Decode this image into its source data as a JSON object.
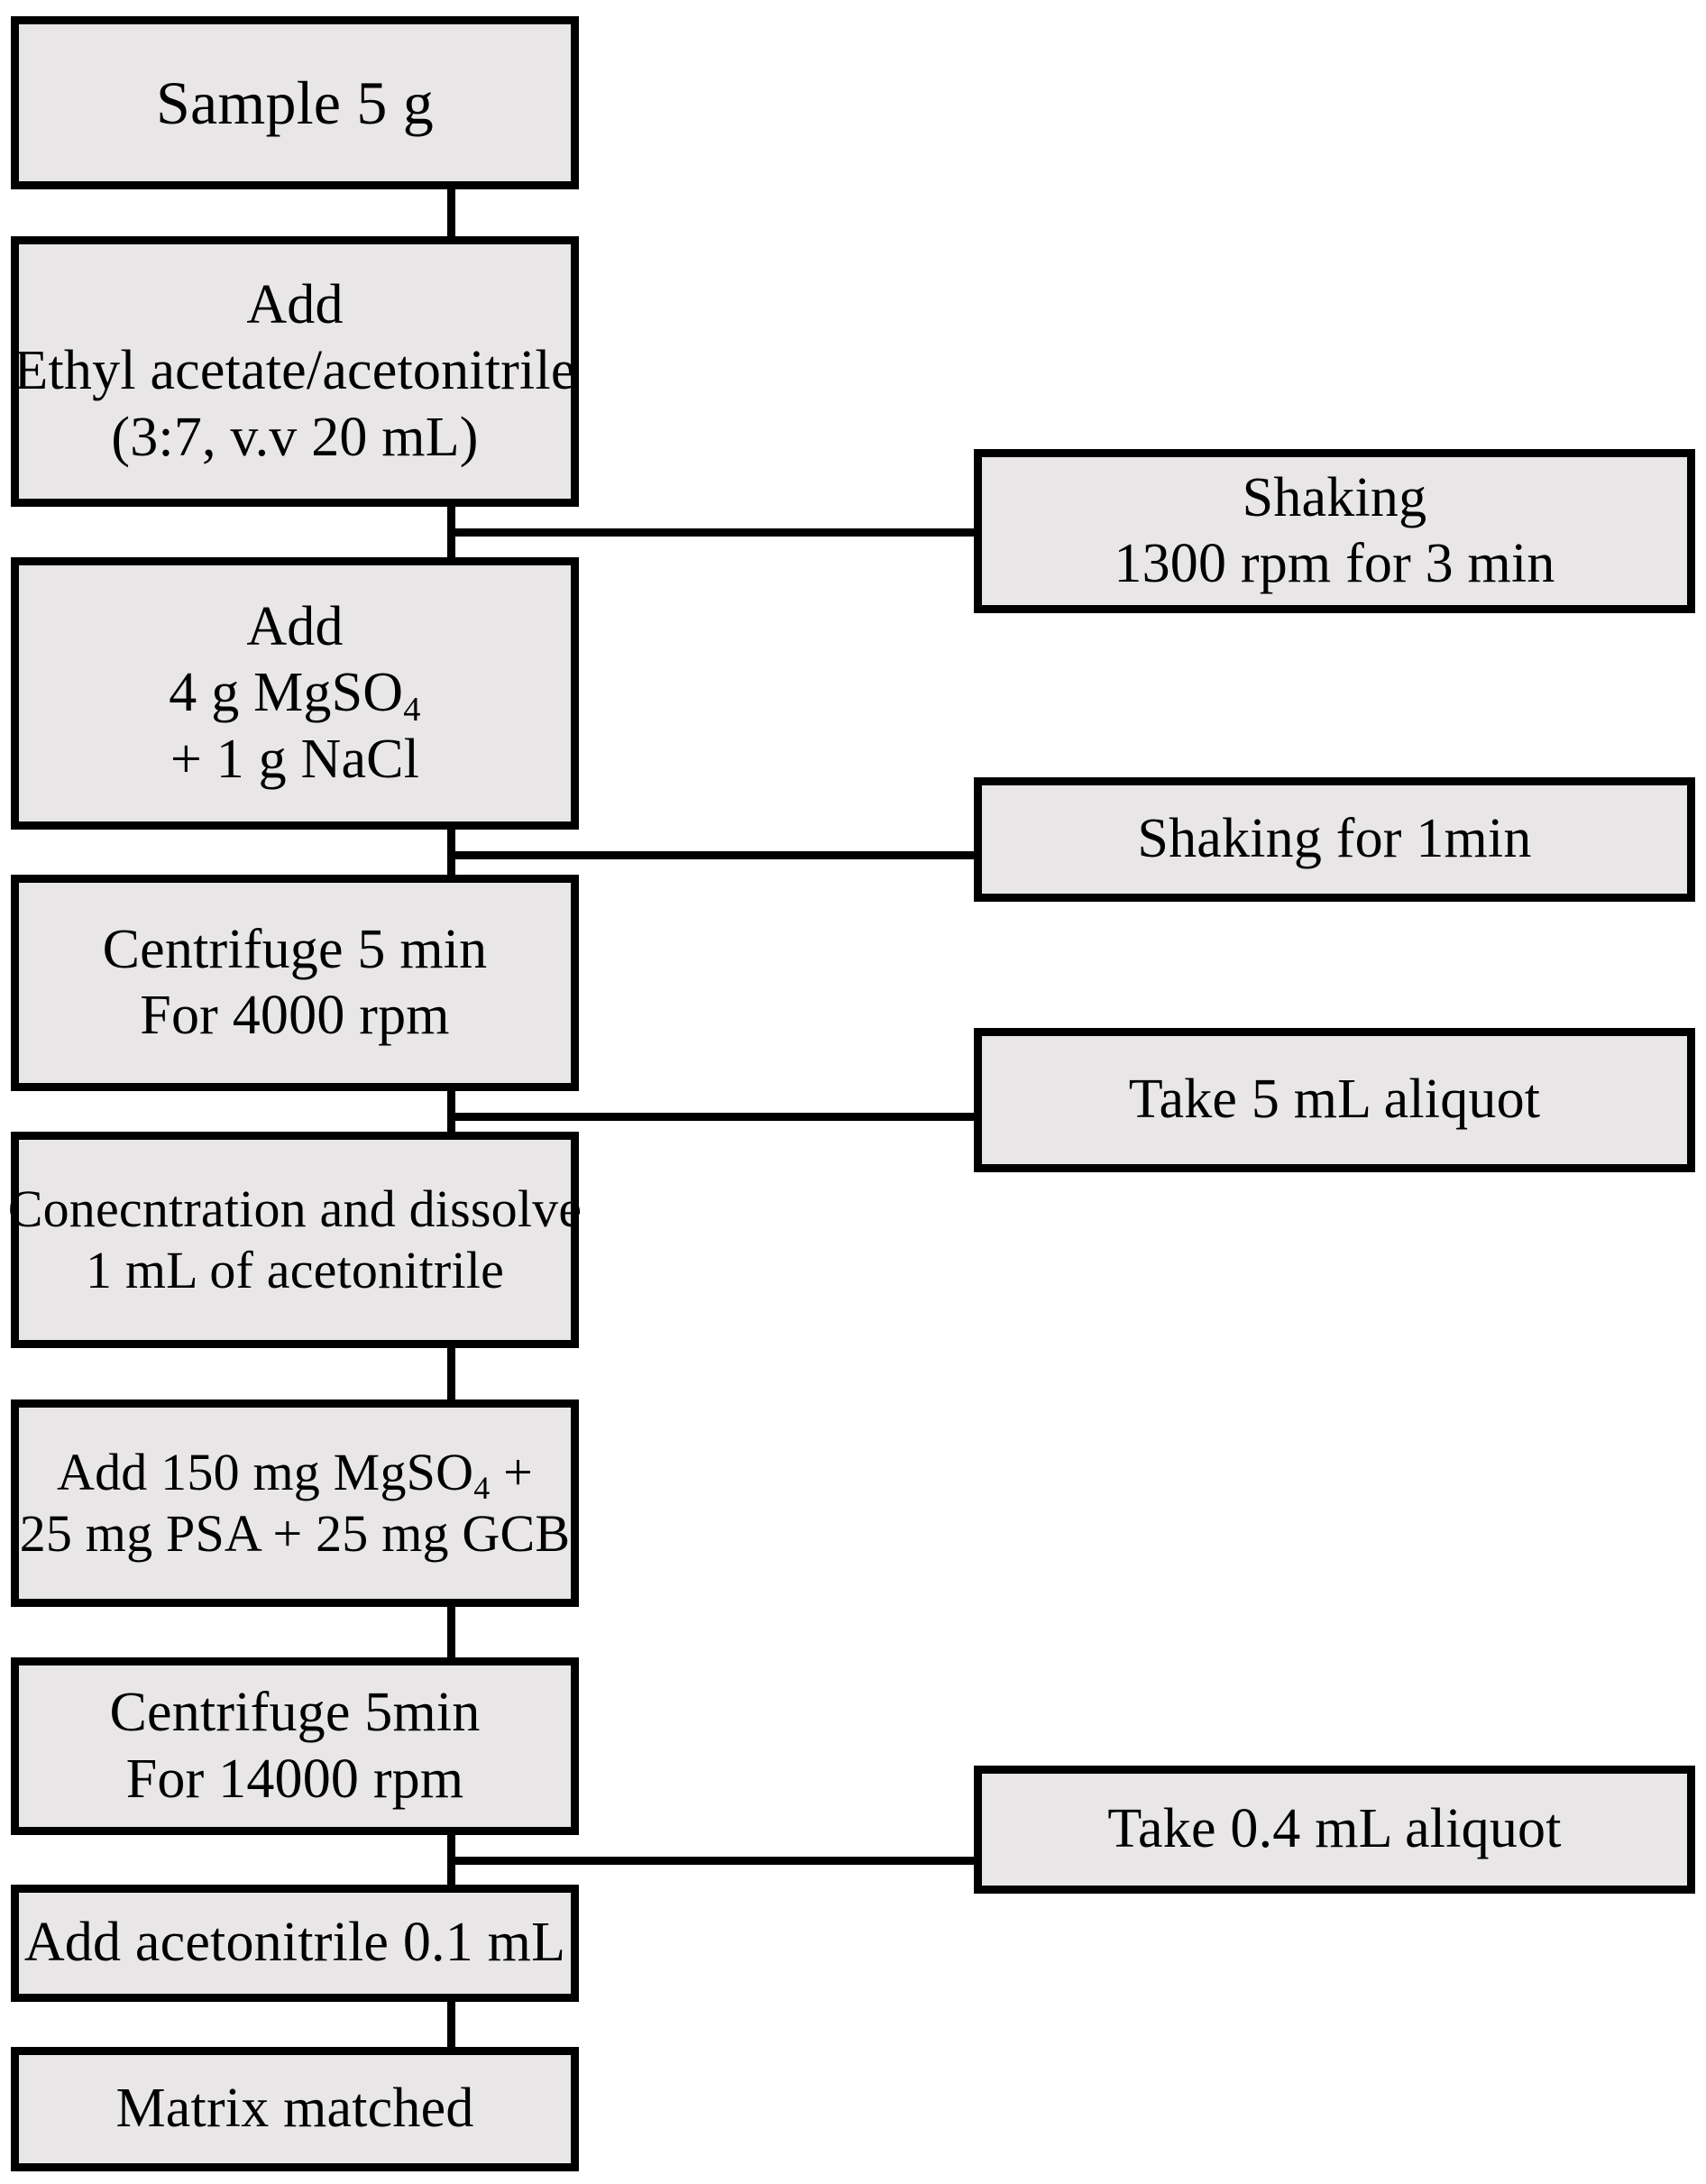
{
  "figure": {
    "type": "flowchart",
    "orientation": "vertical-with-side-annotations",
    "box_fill_color": "#e8e6e6",
    "box_border_color": "#000000",
    "connector_color": "#000000",
    "background_color": "#ffffff"
  },
  "main_steps": [
    {
      "id": "sample",
      "lines": [
        "Sample 5 g"
      ]
    },
    {
      "id": "add-solvent",
      "lines": [
        "Add",
        "Ethyl acetate/acetonitrile",
        "(3:7, v.v 20 mL)"
      ]
    },
    {
      "id": "add-salts",
      "lines": [
        "Add",
        "4 g MgSO|4",
        "+ 1 g NaCl"
      ]
    },
    {
      "id": "centrifuge-1",
      "lines": [
        "Centrifuge 5 min",
        "For 4000 rpm"
      ]
    },
    {
      "id": "concentrate",
      "lines": [
        "Conecntration and dissolve",
        "1 mL of acetonitrile"
      ]
    },
    {
      "id": "dspe-cleanup",
      "lines": [
        "Add 150 mg MgSO|4 +",
        "25 mg PSA + 25 mg GCB"
      ]
    },
    {
      "id": "centrifuge-2",
      "lines": [
        "Centrifuge 5min",
        "For 14000 rpm"
      ]
    },
    {
      "id": "add-acetonitrile",
      "lines": [
        "Add acetonitrile 0.1 mL"
      ]
    },
    {
      "id": "matrix-matched",
      "lines": [
        "Matrix matched"
      ]
    }
  ],
  "side_annotations": [
    {
      "id": "shaking-1300",
      "lines": [
        "Shaking",
        "1300 rpm for 3 min"
      ],
      "attached_after_step": "add-solvent"
    },
    {
      "id": "shaking-1min",
      "lines": [
        "Shaking for 1min"
      ],
      "attached_after_step": "add-salts"
    },
    {
      "id": "take-5ml",
      "lines": [
        "Take 5 mL aliquot"
      ],
      "attached_after_step": "centrifuge-1"
    },
    {
      "id": "take-0-4ml",
      "lines": [
        "Take 0.4 mL aliquot"
      ],
      "attached_after_step": "centrifuge-2"
    }
  ]
}
